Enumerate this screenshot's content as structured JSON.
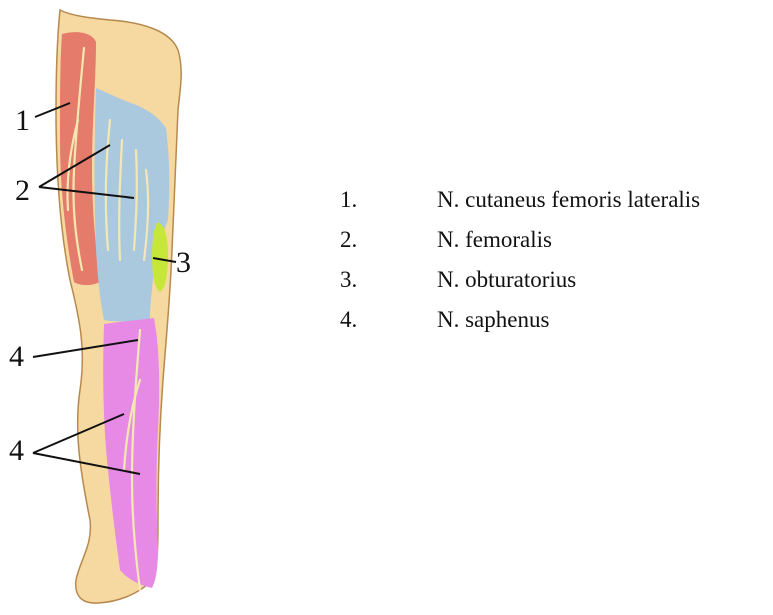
{
  "figure": {
    "callouts": [
      {
        "id": "1",
        "label": "1"
      },
      {
        "id": "2",
        "label": "2"
      },
      {
        "id": "3",
        "label": "3"
      },
      {
        "id": "4a",
        "label": "4"
      },
      {
        "id": "4b",
        "label": "4"
      }
    ],
    "region_colors": {
      "lateral_thigh": "#e57b6b",
      "anterior_thigh": "#aac9df",
      "medial_thigh": "#c7e63a",
      "medial_leg": "#e78ae6",
      "skin": "#f6d9a0",
      "nerve": "#f4e8b2"
    }
  },
  "legend": {
    "items": [
      {
        "number": "1.",
        "text": "N. cutaneus femoris lateralis"
      },
      {
        "number": "2.",
        "text": "N. femoralis"
      },
      {
        "number": "3.",
        "text": "N. obturatorius"
      },
      {
        "number": "4.",
        "text": "N. saphenus"
      }
    ]
  }
}
